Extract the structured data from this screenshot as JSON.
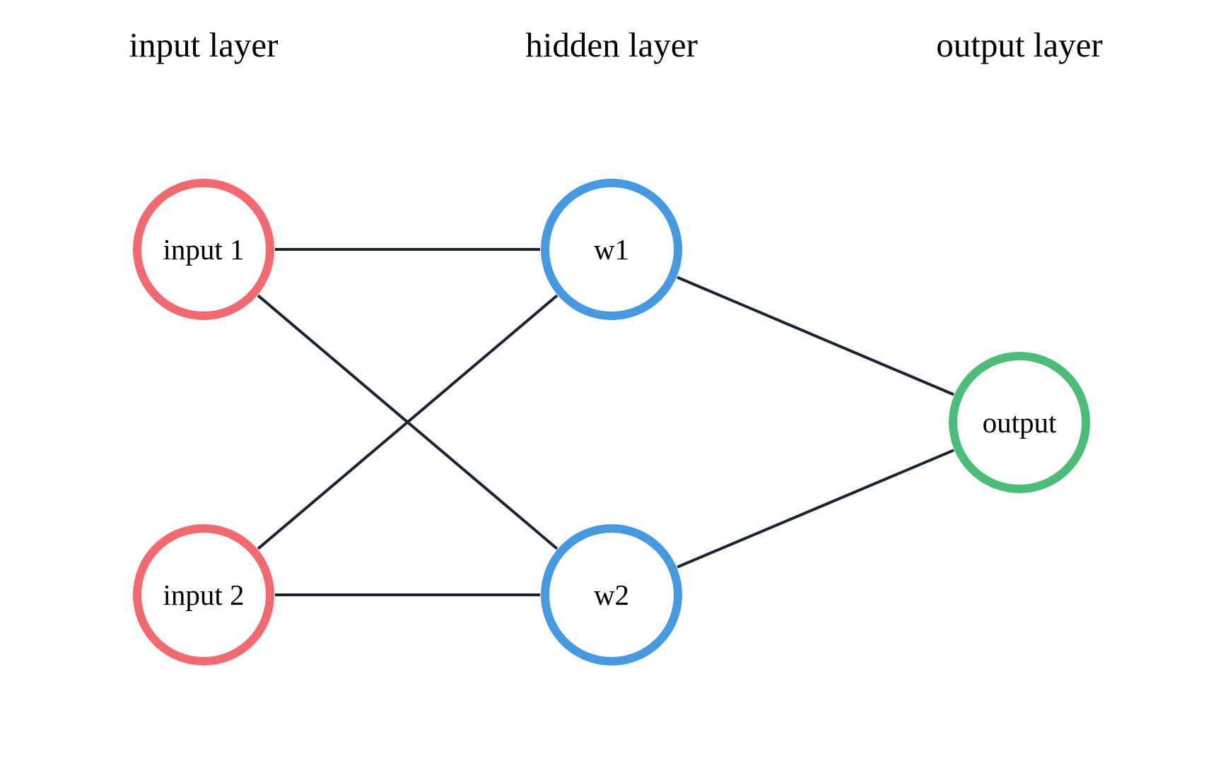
{
  "colors": {
    "background": "#ffffff",
    "edge": "#1c2230",
    "input": "#f26a6f",
    "hidden": "#4599e1",
    "output": "#4bbd78"
  },
  "layers": [
    {
      "id": "input",
      "title": "input layer",
      "color_key": "input"
    },
    {
      "id": "hidden",
      "title": "hidden layer",
      "color_key": "hidden"
    },
    {
      "id": "output",
      "title": "output layer",
      "color_key": "output"
    }
  ],
  "nodes": [
    {
      "id": "input1",
      "layer": "input",
      "label": "input 1"
    },
    {
      "id": "input2",
      "layer": "input",
      "label": "input 2"
    },
    {
      "id": "w1",
      "layer": "hidden",
      "label": "w1"
    },
    {
      "id": "w2",
      "layer": "hidden",
      "label": "w2"
    },
    {
      "id": "output",
      "layer": "output",
      "label": "output"
    }
  ],
  "edges": [
    {
      "from": "input1",
      "to": "w1"
    },
    {
      "from": "input1",
      "to": "w2"
    },
    {
      "from": "input2",
      "to": "w1"
    },
    {
      "from": "input2",
      "to": "w2"
    },
    {
      "from": "w1",
      "to": "output"
    },
    {
      "from": "w2",
      "to": "output"
    }
  ]
}
